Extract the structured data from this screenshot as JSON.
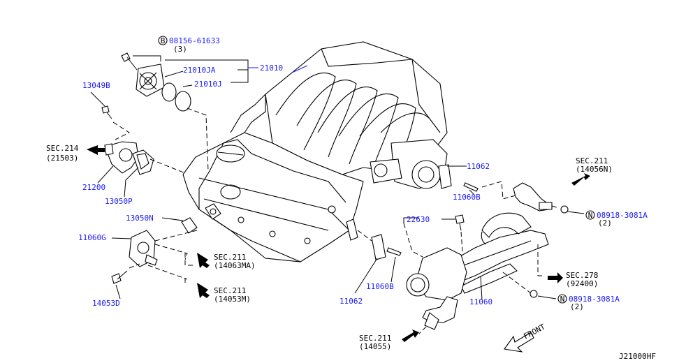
{
  "diagram_code": "J21000HF",
  "bolt_ref": {
    "symbol": "B",
    "number": "08156-61633",
    "qty": "(3)"
  },
  "nut_ref_top": {
    "symbol": "N",
    "number": "08918-3081A",
    "qty": "(2)"
  },
  "nut_ref_bottom": {
    "symbol": "N",
    "number": "08918-3081A",
    "qty": "(2)"
  },
  "parts": {
    "p21010": "21010",
    "p21010JA": "21010JA",
    "p21010J": "21010J",
    "p13049B": "13049B",
    "p21200": "21200",
    "p13050P": "13050P",
    "p13050N": "13050N",
    "p11060G": "11060G",
    "p14053D": "14053D",
    "p11062_top": "11062",
    "p11060B_top": "11060B",
    "p22630": "22630",
    "p11062_bot": "11062",
    "p11060B_bot": "11060B",
    "p11060": "11060"
  },
  "sections": {
    "sec214": {
      "title": "SEC.214",
      "sub": "(21503)"
    },
    "sec211_a": {
      "title": "SEC.211",
      "sub": "(14063MA)"
    },
    "sec211_b": {
      "title": "SEC.211",
      "sub": "(14053M)"
    },
    "sec211_c": {
      "title": "SEC.211",
      "sub": "(14056N)"
    },
    "sec278": {
      "title": "SEC.278",
      "sub": "(92400)"
    },
    "sec211_d": {
      "title": "SEC.211",
      "sub": "(14055)"
    }
  },
  "front_label": "FRONT"
}
